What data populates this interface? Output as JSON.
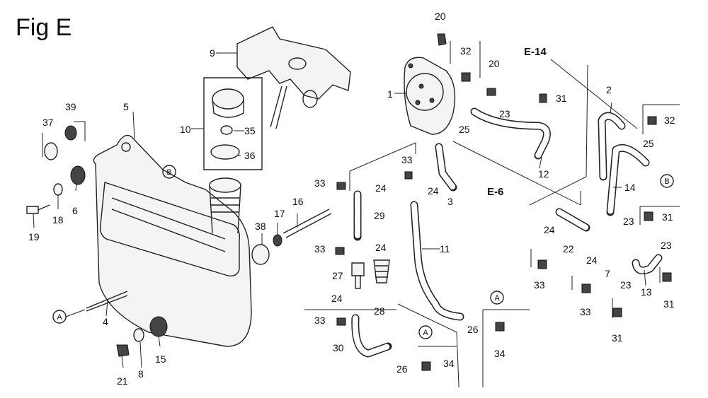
{
  "figure": {
    "title": "Fig E"
  },
  "callouts": {
    "c1": "1",
    "c2": "2",
    "c3": "3",
    "c4": "4",
    "c5": "5",
    "c6": "6",
    "c7": "7",
    "c8": "8",
    "c9": "9",
    "c10": "10",
    "c11": "11",
    "c12": "12",
    "c13": "13",
    "c14": "14",
    "c15": "15",
    "c16": "16",
    "c17": "17",
    "c18": "18",
    "c19": "19",
    "c20a": "20",
    "c20b": "20",
    "c21": "21",
    "c22": "22",
    "c23a": "23",
    "c23b": "23",
    "c23c": "23",
    "c23d": "23",
    "c24a": "24",
    "c24b": "24",
    "c24c": "24",
    "c24d": "24",
    "c24e": "24",
    "c24f": "24",
    "c25a": "25",
    "c25b": "25",
    "c26a": "26",
    "c26b": "26",
    "c27": "27",
    "c28": "28",
    "c29": "29",
    "c30": "30",
    "c31a": "31",
    "c31b": "31",
    "c31c": "31",
    "c31d": "31",
    "c32a": "32",
    "c32b": "32",
    "c33a": "33",
    "c33b": "33",
    "c33c": "33",
    "c33d": "33",
    "c33e": "33",
    "c33f": "33",
    "c34a": "34",
    "c34b": "34",
    "c35": "35",
    "c36": "36",
    "c37": "37",
    "c38": "38",
    "c39": "39"
  },
  "refs": {
    "e14": "E-14",
    "e6": "E-6"
  },
  "markers": {
    "a1": "A",
    "a2": "A",
    "a3": "A",
    "b1": "B",
    "b2": "B"
  }
}
